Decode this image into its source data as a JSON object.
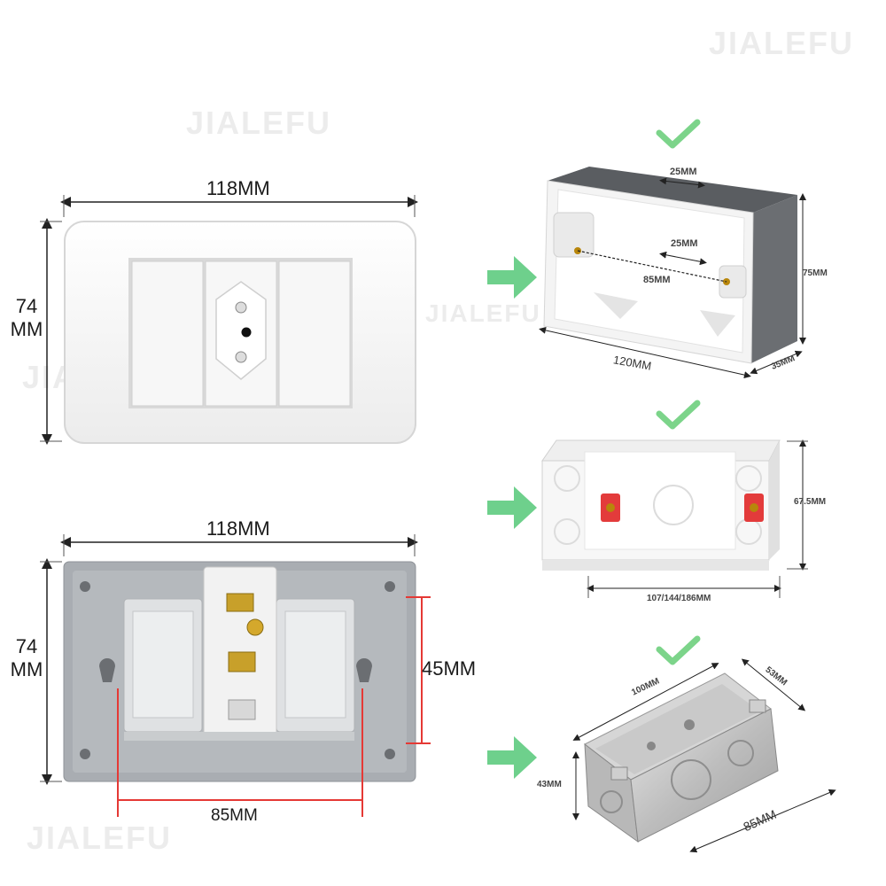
{
  "watermark": "JIALEFU",
  "front_plate": {
    "width_label": "118MM",
    "height_label_1": "74",
    "height_label_2": "MM"
  },
  "back_plate": {
    "width_label": "118MM",
    "height_label_1": "74",
    "height_label_2": "MM",
    "mount_height_label": "45MM",
    "mount_spacing_label": "85MM"
  },
  "box1": {
    "top_slot": "25MM",
    "inner_slot": "25MM",
    "screw_spacing": "85MM",
    "length": "120MM",
    "height": "75MM",
    "depth": "35MM"
  },
  "box2": {
    "height": "67.5MM",
    "lengths": "107/144/186MM"
  },
  "box3": {
    "length": "100MM",
    "width": "53MM",
    "height": "43MM",
    "inner_length": "85MM"
  },
  "colors": {
    "check": "#7cd48a",
    "arrow": "#6ed08c",
    "red_lines": "#e53935"
  }
}
